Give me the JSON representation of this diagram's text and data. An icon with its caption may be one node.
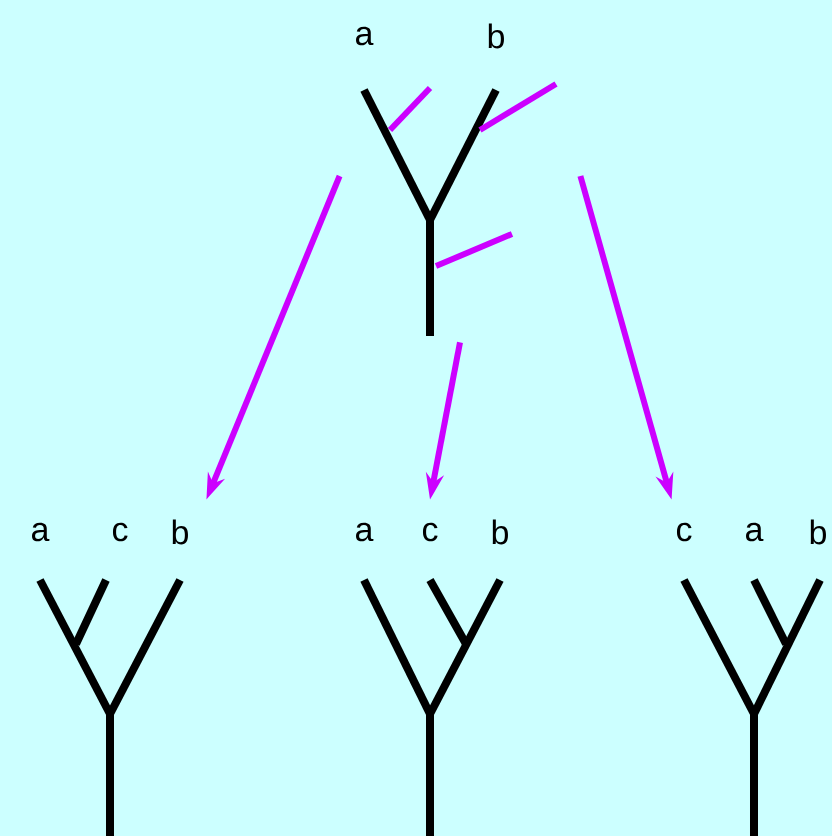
{
  "diagram": {
    "nodes": [
      {
        "text": [
          "a",
          "b"
        ]
      },
      {
        "text": [
          "a",
          "c",
          "b"
        ]
      },
      {
        "text": [
          "a",
          "c",
          "b"
        ]
      },
      {
        "text": [
          "c",
          "a",
          "b"
        ]
      }
    ],
    "edges": [
      {
        "from": 0,
        "to": 1,
        "arrow": "to",
        "color": "#cc00ff"
      },
      {
        "from": 0,
        "to": 2,
        "arrow": "to",
        "color": "#cc00ff"
      },
      {
        "from": 0,
        "to": 3,
        "arrow": "to",
        "color": "#cc00ff"
      }
    ]
  }
}
